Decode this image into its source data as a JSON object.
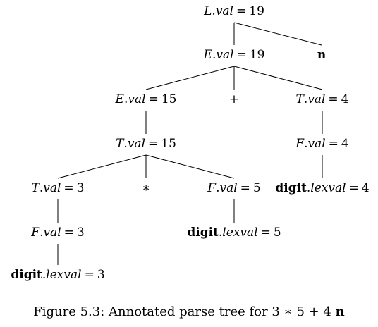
{
  "caption": {
    "label": "Figure 5.3:",
    "text": "Annotated parse tree for",
    "expr": "3 ∗ 5 + 4",
    "token": "n"
  },
  "nodes": [
    {
      "id": "L",
      "sym": "L",
      "attr": "val",
      "value": "19"
    },
    {
      "id": "E1",
      "sym": "E",
      "attr": "val",
      "value": "19"
    },
    {
      "id": "n",
      "token": "n"
    },
    {
      "id": "E2",
      "sym": "E",
      "attr": "val",
      "value": "15"
    },
    {
      "id": "plus",
      "op": "+"
    },
    {
      "id": "T1",
      "sym": "T",
      "attr": "val",
      "value": "4"
    },
    {
      "id": "T2",
      "sym": "T",
      "attr": "val",
      "value": "15"
    },
    {
      "id": "F1",
      "sym": "F",
      "attr": "val",
      "value": "4"
    },
    {
      "id": "d4",
      "token": "digit",
      "attr": "lexval",
      "value": "4"
    },
    {
      "id": "T3",
      "sym": "T",
      "attr": "val",
      "value": "3"
    },
    {
      "id": "star",
      "op": "∗"
    },
    {
      "id": "F2",
      "sym": "F",
      "attr": "val",
      "value": "5"
    },
    {
      "id": "F3",
      "sym": "F",
      "attr": "val",
      "value": "3"
    },
    {
      "id": "d5",
      "token": "digit",
      "attr": "lexval",
      "value": "5"
    },
    {
      "id": "d3",
      "token": "digit",
      "attr": "lexval",
      "value": "3"
    }
  ],
  "edges": [
    [
      "L",
      "E1"
    ],
    [
      "L",
      "n"
    ],
    [
      "E1",
      "E2"
    ],
    [
      "E1",
      "plus"
    ],
    [
      "E1",
      "T1"
    ],
    [
      "E2",
      "T2"
    ],
    [
      "T1",
      "F1"
    ],
    [
      "F1",
      "d4"
    ],
    [
      "T2",
      "T3"
    ],
    [
      "T2",
      "star"
    ],
    [
      "T2",
      "F2"
    ],
    [
      "T3",
      "F3"
    ],
    [
      "F3",
      "d3"
    ],
    [
      "F2",
      "d5"
    ]
  ]
}
